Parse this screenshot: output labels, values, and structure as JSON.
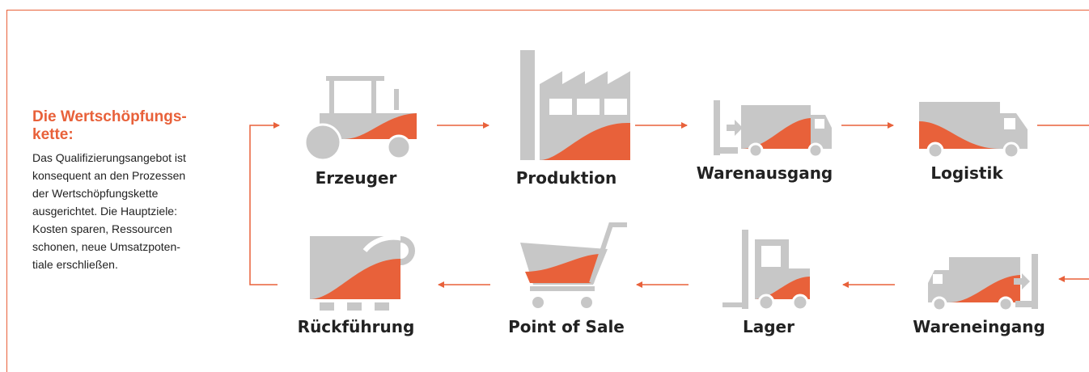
{
  "intro": {
    "title": "Die Wertschöpfungs-\nkette:",
    "body": "Das Qualifizierungsangebot ist\nkonsequent an den Prozessen\nder Wertschöpfungskette\nausgerichtet. Die Hauptziele:\nKosten sparen, Ressourcen\nschonen, neue Umsatzpoten-\ntiale erschließen."
  },
  "steps": {
    "erzeuger": "Erzeuger",
    "produktion": "Produktion",
    "warenausgang": "Warenausgang",
    "logistik": "Logistik",
    "wareneingang": "Wareneingang",
    "lager": "Lager",
    "pos": "Point of Sale",
    "rueckfuehrung": "Rückführung"
  },
  "colors": {
    "accent": "#e8613a",
    "icon_gray": "#c7c7c7",
    "text": "#222222"
  }
}
